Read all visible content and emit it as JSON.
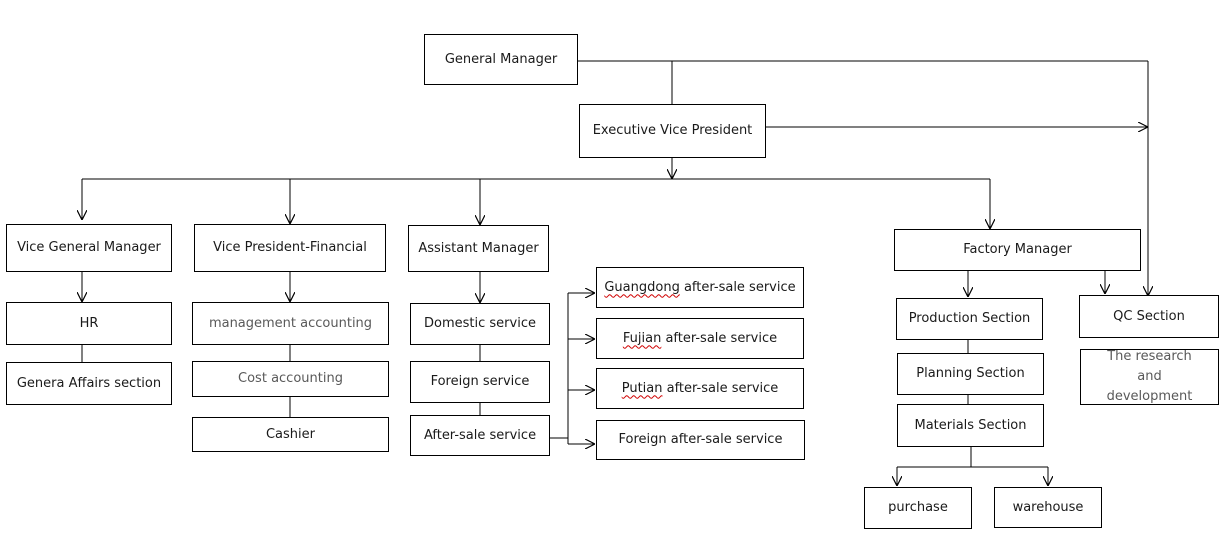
{
  "org_chart": {
    "general_manager": "General Manager",
    "executive_vp": "Executive Vice President",
    "vice_general_manager": "Vice General Manager",
    "vp_financial": "Vice President-Financial",
    "assistant_manager": "Assistant Manager",
    "factory_manager": "Factory Manager",
    "hr": "HR",
    "general_affairs": "Genera Affairs section",
    "management_accounting": "management accounting",
    "cost_accounting": "Cost accounting",
    "cashier": "Cashier",
    "domestic_service": "Domestic service",
    "foreign_service": "Foreign service",
    "after_sale_service": "After-sale service",
    "guangdong": {
      "place": "Guangdong",
      "rest": " after-sale service"
    },
    "fujian": {
      "place": "Fujian",
      "rest": " after-sale service"
    },
    "putian": {
      "place": "Putian",
      "rest": " after-sale service"
    },
    "foreign_after_sale": "Foreign after-sale service",
    "production_section": "Production Section",
    "planning_section": "Planning Section",
    "materials_section": "Materials Section",
    "purchase": "purchase",
    "warehouse": "warehouse",
    "qc_section": "QC Section",
    "research": "The research and development"
  },
  "colors": {
    "line": "#000000",
    "muted_text": "#595959",
    "spellcheck": "#d00000"
  }
}
